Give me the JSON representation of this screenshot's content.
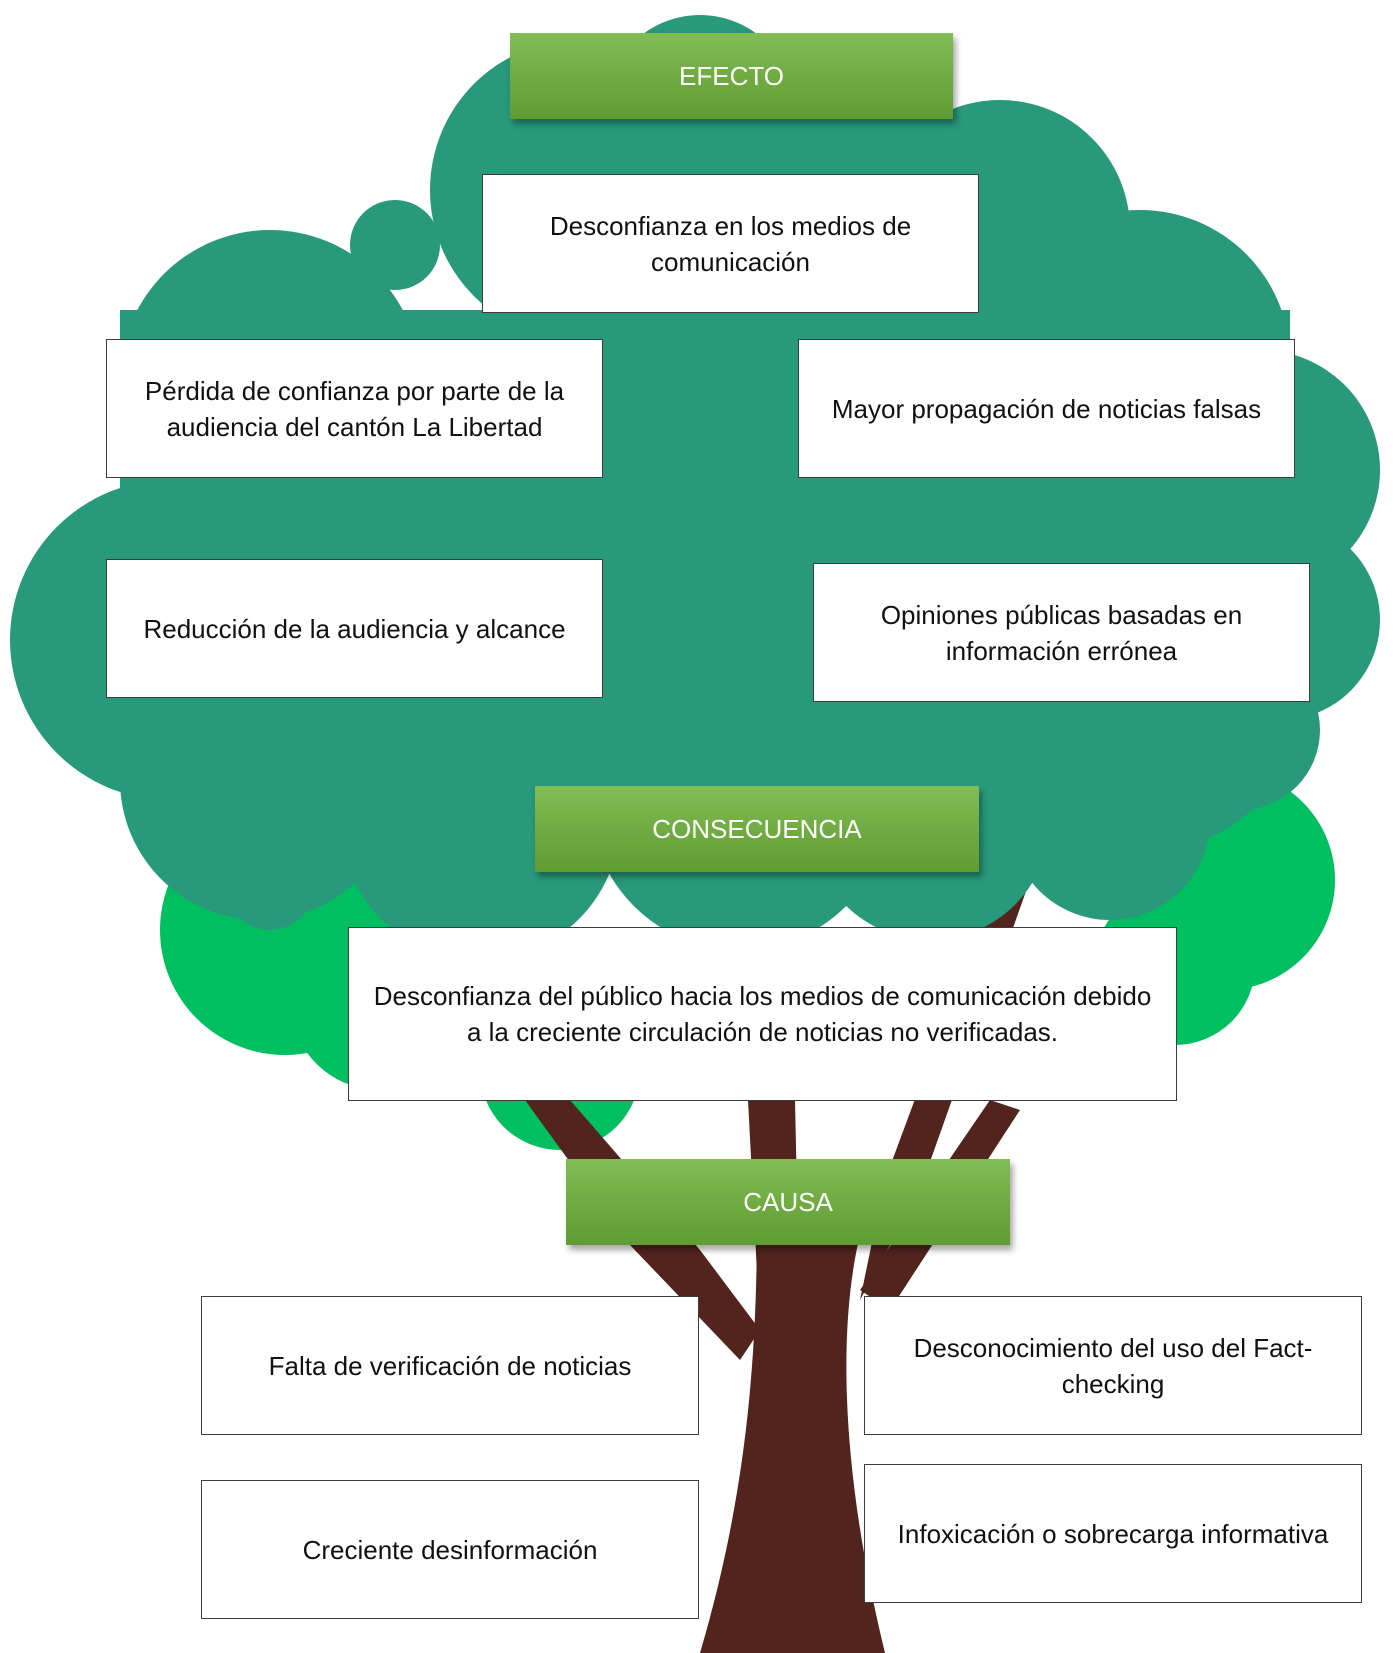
{
  "colors": {
    "canopy_dark": "#28997a",
    "canopy_light": "#00bf61",
    "trunk": "#52241d",
    "banner": "#6aa73b"
  },
  "sections": {
    "effect_label": "EFECTO",
    "consequence_label": "CONSECUENCIA",
    "cause_label": "CAUSA"
  },
  "effects": [
    "Desconfianza en los medios de comunicación",
    "Pérdida de confianza por parte de la audiencia del cantón La Libertad",
    "Mayor propagación de noticias falsas",
    "Reducción de la audiencia y alcance",
    "Opiniones públicas basadas en información errónea"
  ],
  "consequence": "Desconfianza del público hacia los medios de comunicación debido a la creciente circulación de noticias no verificadas.",
  "causes": [
    "Falta de verificación de noticias",
    "Desconocimiento del uso del Fact-checking",
    "Creciente desinformación",
    "Infoxicación o sobrecarga informativa"
  ]
}
